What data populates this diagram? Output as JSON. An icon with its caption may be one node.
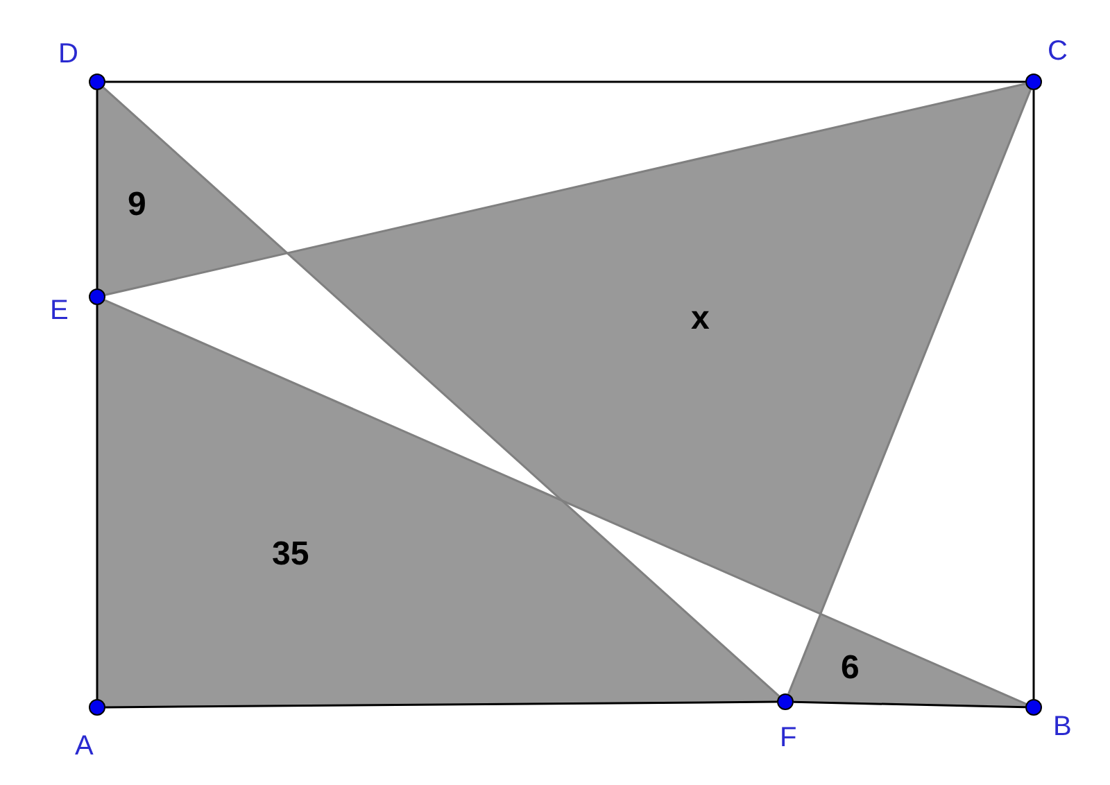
{
  "diagram": {
    "nodes": [
      {
        "text": [
          "D"
        ]
      },
      {
        "text": [
          "C"
        ]
      },
      {
        "text": [
          "E"
        ]
      },
      {
        "text": [
          "A"
        ]
      },
      {
        "text": [
          "F"
        ]
      },
      {
        "text": [
          "B"
        ]
      }
    ],
    "edges": [
      {
        "from": 0,
        "to": 1,
        "arrow": "none"
      },
      {
        "from": 1,
        "to": 5,
        "arrow": "none"
      },
      {
        "from": 4,
        "to": 5,
        "arrow": "none"
      },
      {
        "from": 3,
        "to": 4,
        "arrow": "none"
      },
      {
        "from": 0,
        "to": 2,
        "arrow": "none"
      },
      {
        "from": 2,
        "to": 3,
        "arrow": "none"
      },
      {
        "from": 0,
        "to": 4,
        "arrow": "none",
        "color": "#808080"
      },
      {
        "from": 2,
        "to": 1,
        "arrow": "none",
        "color": "#808080"
      },
      {
        "from": 2,
        "to": 5,
        "arrow": "none",
        "color": "#808080"
      },
      {
        "from": 1,
        "to": 4,
        "arrow": "none",
        "color": "#808080"
      }
    ],
    "labels": [
      "9",
      "x",
      "35",
      "6"
    ]
  }
}
